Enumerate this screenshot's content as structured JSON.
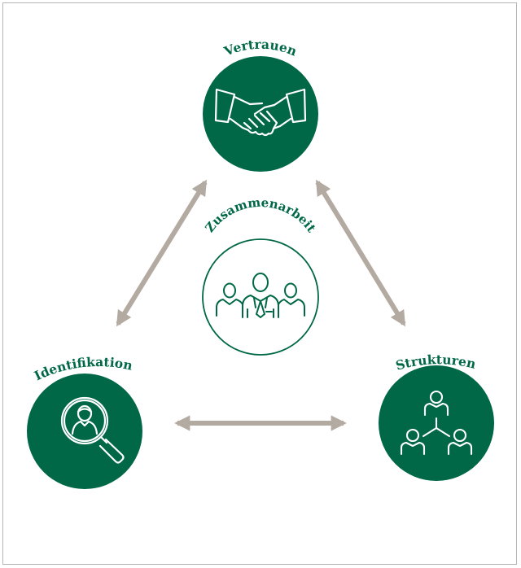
{
  "nodes": {
    "top": {
      "label": "Vertrauen",
      "icon": "handshake-icon"
    },
    "left": {
      "label": "Identifikation",
      "icon": "person-search-icon"
    },
    "right": {
      "label": "Strukturen",
      "icon": "org-structure-icon"
    },
    "center": {
      "label": "Zusammenarbeit",
      "icon": "team-icon"
    }
  },
  "colors": {
    "green": "#006847",
    "arrow": "#b3aaa2",
    "white": "#ffffff",
    "border": "#b5b5b5"
  }
}
